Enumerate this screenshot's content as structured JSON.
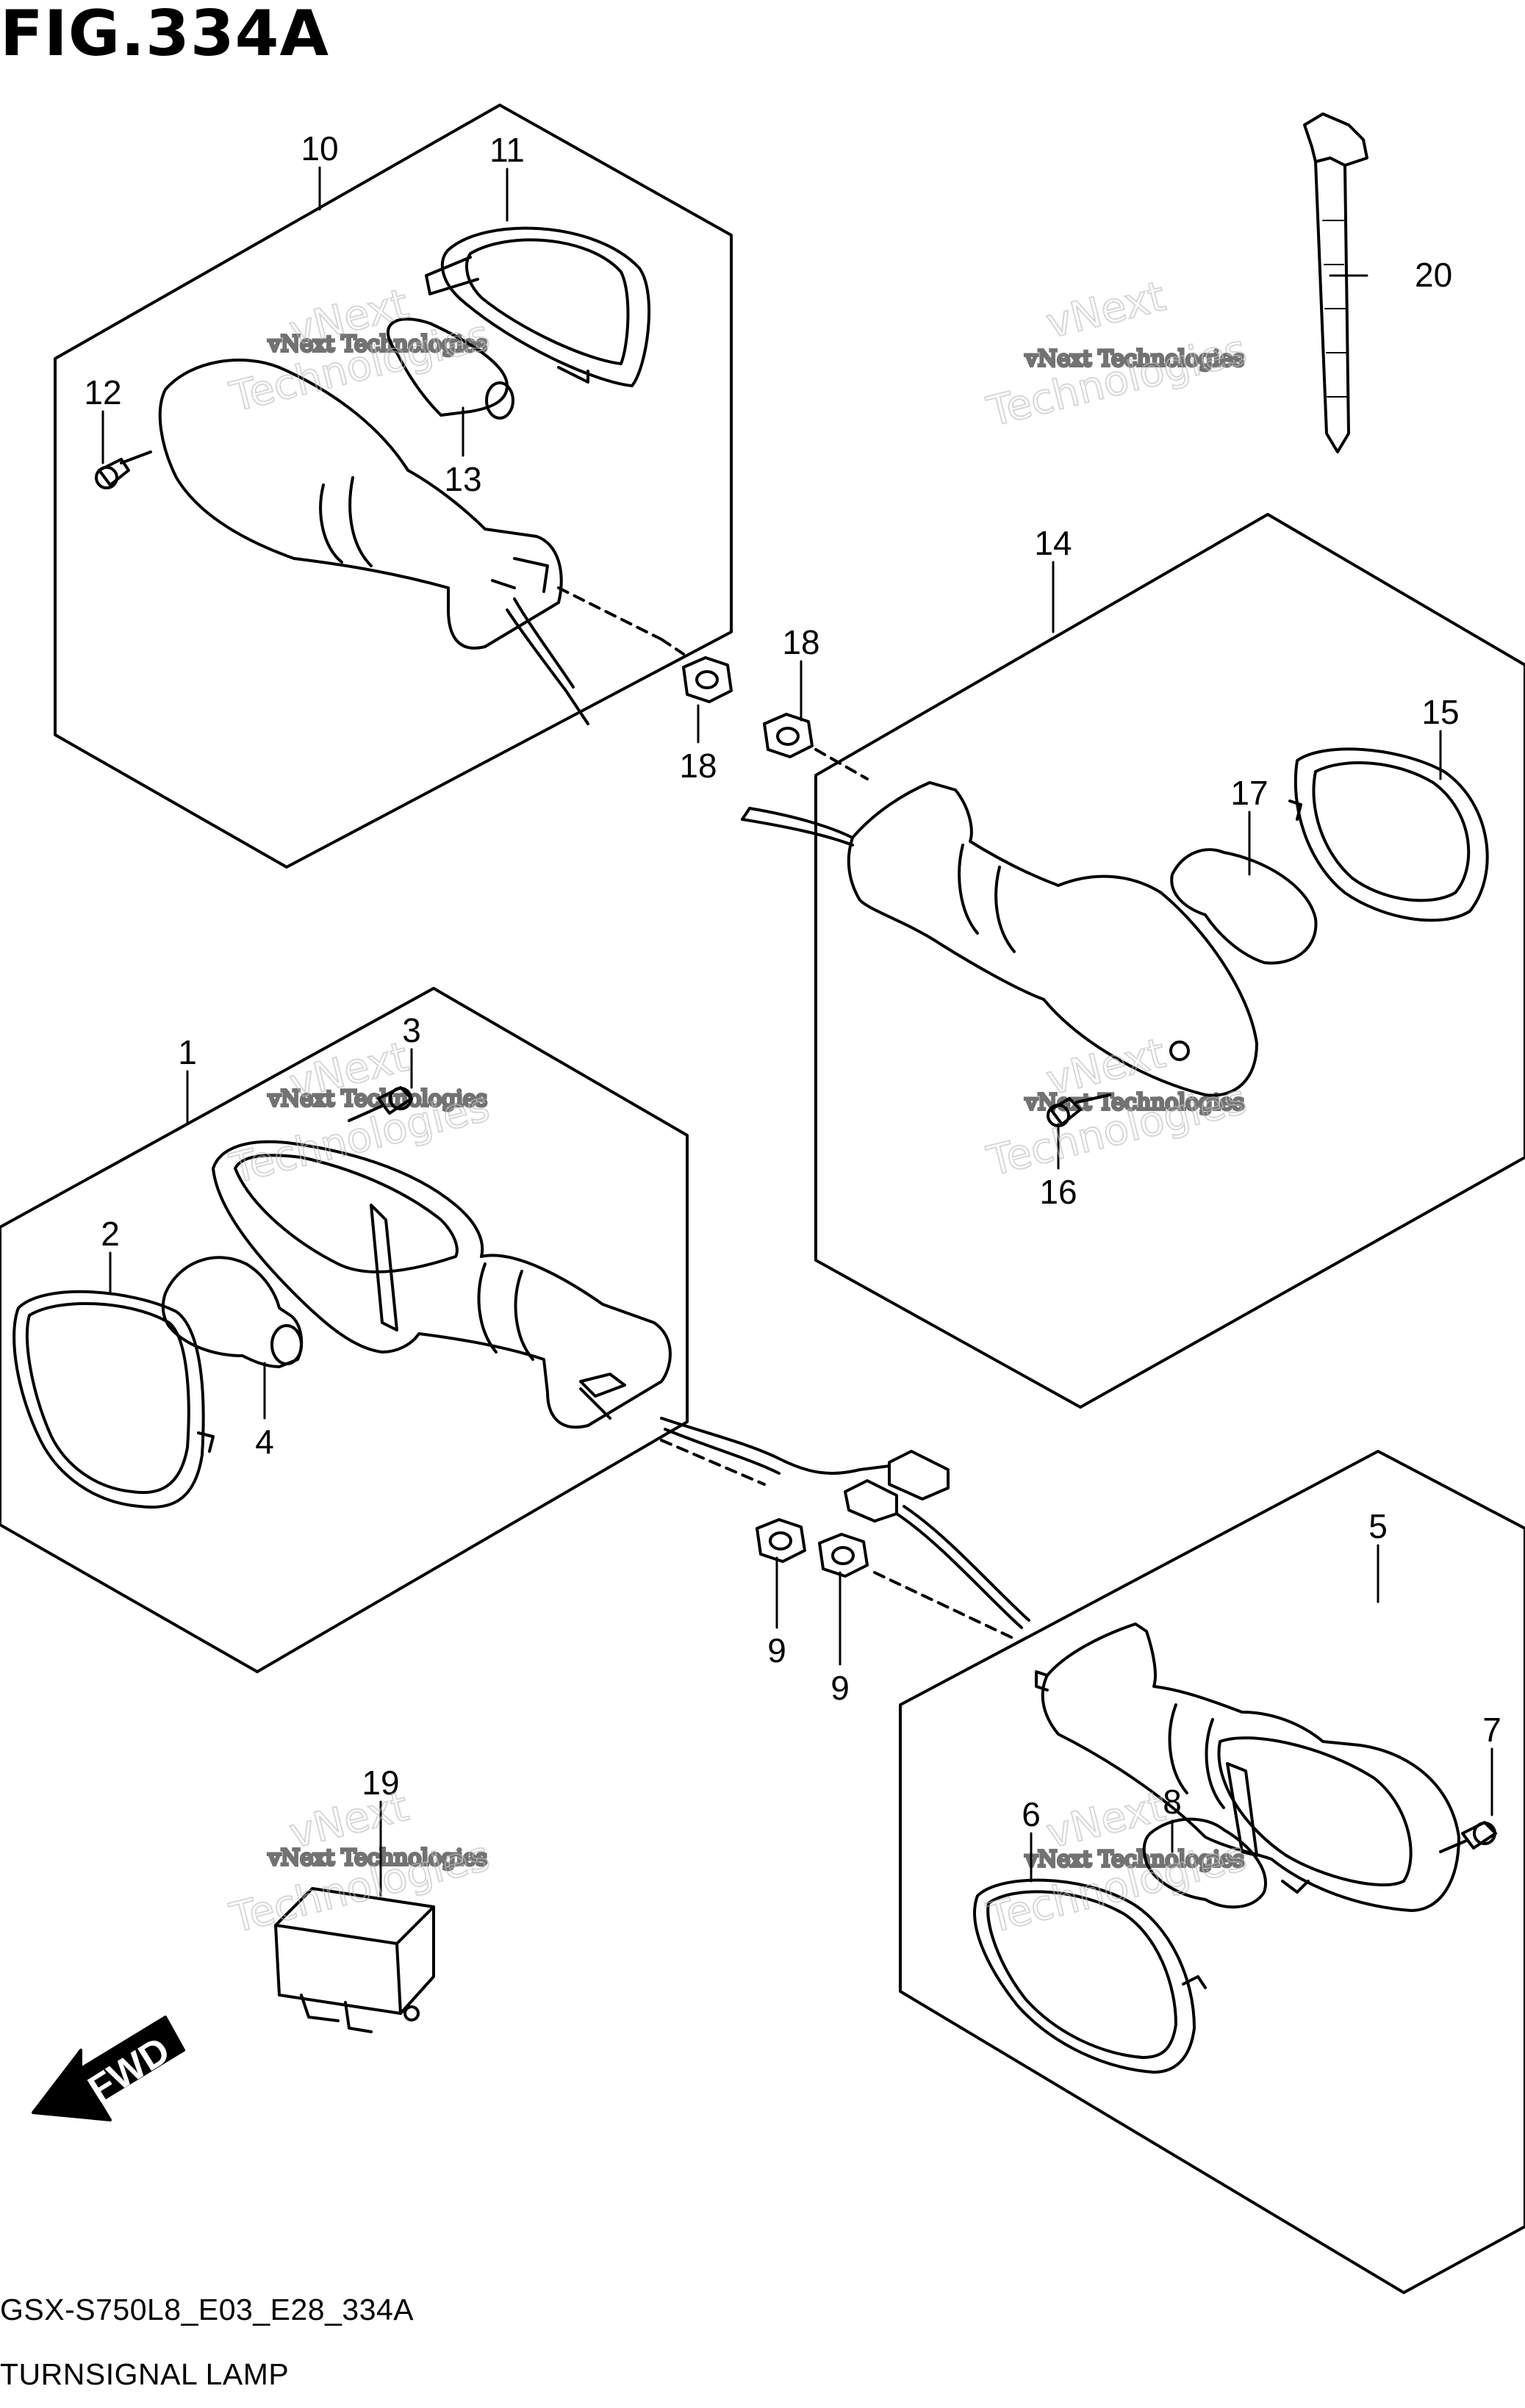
{
  "figure": {
    "title": "FIG.334A",
    "model_code": "GSX-S750L8_E03_E28_334A",
    "name": "TURNSIGNAL LAMP"
  },
  "watermark": {
    "line1": "vNext Technologies",
    "line2": "Technologies",
    "line3": "vNext"
  },
  "fwd_label": "FWD",
  "callouts": [
    "1",
    "2",
    "3",
    "4",
    "5",
    "6",
    "7",
    "8",
    "9",
    "9",
    "10",
    "11",
    "12",
    "13",
    "14",
    "15",
    "16",
    "17",
    "18",
    "18",
    "19",
    "20"
  ]
}
